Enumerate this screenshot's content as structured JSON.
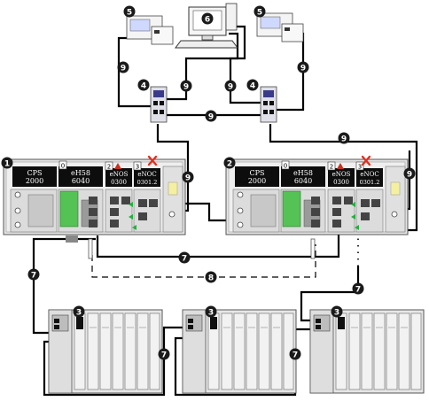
{
  "racks": [
    {
      "badge": "1",
      "slot0": "0",
      "slot2": "2",
      "slot3": "3",
      "ps_line1": "CPS",
      "ps_line2": "2000",
      "cpu_line1": "eH58",
      "cpu_line2": "6040",
      "eth_line1": "eNOS",
      "eth_line2": "0300",
      "noc_line1": "eNOC",
      "noc_line2": "0301.2"
    },
    {
      "badge": "2",
      "slot0": "0",
      "slot2": "2",
      "slot3": "3",
      "ps_line1": "CPS",
      "ps_line2": "2000",
      "cpu_line1": "eH58",
      "cpu_line2": "6040",
      "eth_line1": "eNOS",
      "eth_line2": "0300",
      "noc_line1": "eNOC",
      "noc_line2": "0301.2"
    }
  ],
  "callouts": {
    "switch_left": "4",
    "switch_right": "4",
    "device_left": "5",
    "device_right": "5",
    "pc": "6",
    "drop_left": "3",
    "drop_mid": "3",
    "drop_right": "3",
    "ring_mid": "7",
    "ring_left": "7",
    "ring_bl": "7",
    "ring_br": "7",
    "ring_right": "7",
    "link_8": "8",
    "cable_tl": "9",
    "cable_tm": "9",
    "cable_tr1": "9",
    "cable_tr2": "9",
    "cable_mid": "9",
    "cable_long": "9",
    "cable_r1": "9",
    "cable_r2": "9"
  },
  "colors": {
    "cable": "#000000",
    "badge": "#1a1a1a",
    "module_dark": "#0d0d0d",
    "led_green": "#1eb33c",
    "error_x": "#e03020",
    "warn": "#c83020"
  }
}
